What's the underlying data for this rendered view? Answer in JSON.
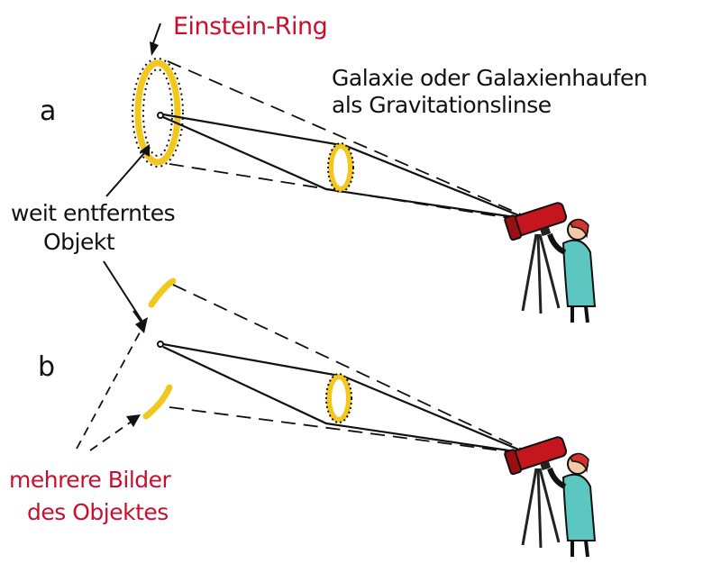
{
  "labels": {
    "einstein_ring": "Einstein-Ring",
    "lens_line1": "Galaxie oder Galaxienhaufen",
    "lens_line2": "als Gravitationslinse",
    "panel_a": "a",
    "panel_b": "b",
    "object_line1": "weit entferntes",
    "object_line2": "Objekt",
    "images_line1": "mehrere Bilder",
    "images_line2": "des Objektes"
  },
  "colors": {
    "accent_red": "#c8102e",
    "ring_yellow": "#f2c81e",
    "telescope_red": "#c4161c",
    "coat_teal": "#5cc7c0"
  }
}
